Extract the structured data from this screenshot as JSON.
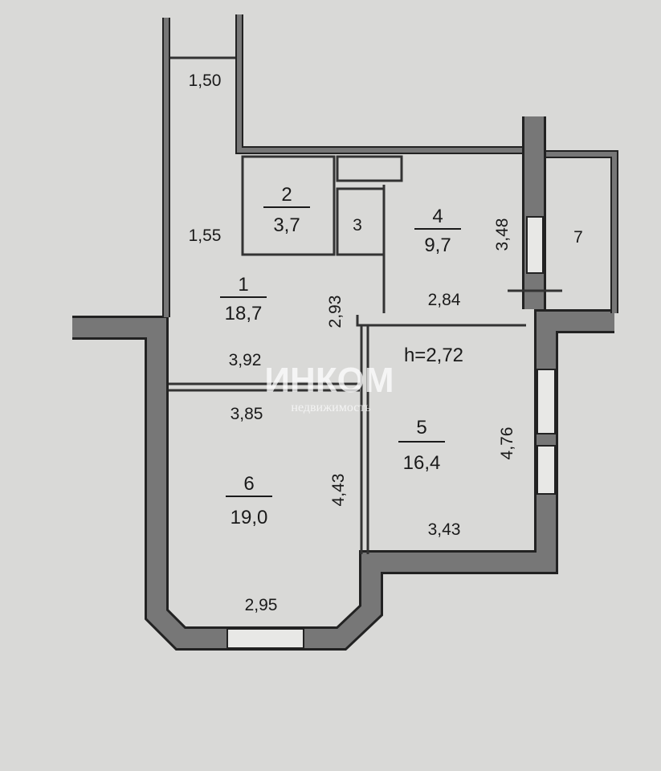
{
  "rooms": [
    {
      "number": "1",
      "area": "18,7"
    },
    {
      "number": "2",
      "area": "3,7"
    },
    {
      "number": "3"
    },
    {
      "number": "4",
      "area": "9,7"
    },
    {
      "number": "5",
      "area": "16,4"
    },
    {
      "number": "6",
      "area": "19,0"
    },
    {
      "number": "7"
    }
  ],
  "dimensions": {
    "balcony_width": "1,50",
    "corridor_width": "1,55",
    "room1_depth": "2,93",
    "room1_width": "3,92",
    "room4_width": "2,84",
    "room4_depth": "3,48",
    "room6_width_top": "3,85",
    "room6_depth": "4,43",
    "room6_width_bottom": "2,95",
    "room5_depth": "4,76",
    "room5_width": "3,43"
  },
  "ceiling_height": "h=2,72",
  "watermark": {
    "brand": "ИНКОМ",
    "subtitle": "недвижимость"
  },
  "colors": {
    "paper": "#d9d9d7",
    "wall": "#777777",
    "ink": "#1a1a1a"
  }
}
